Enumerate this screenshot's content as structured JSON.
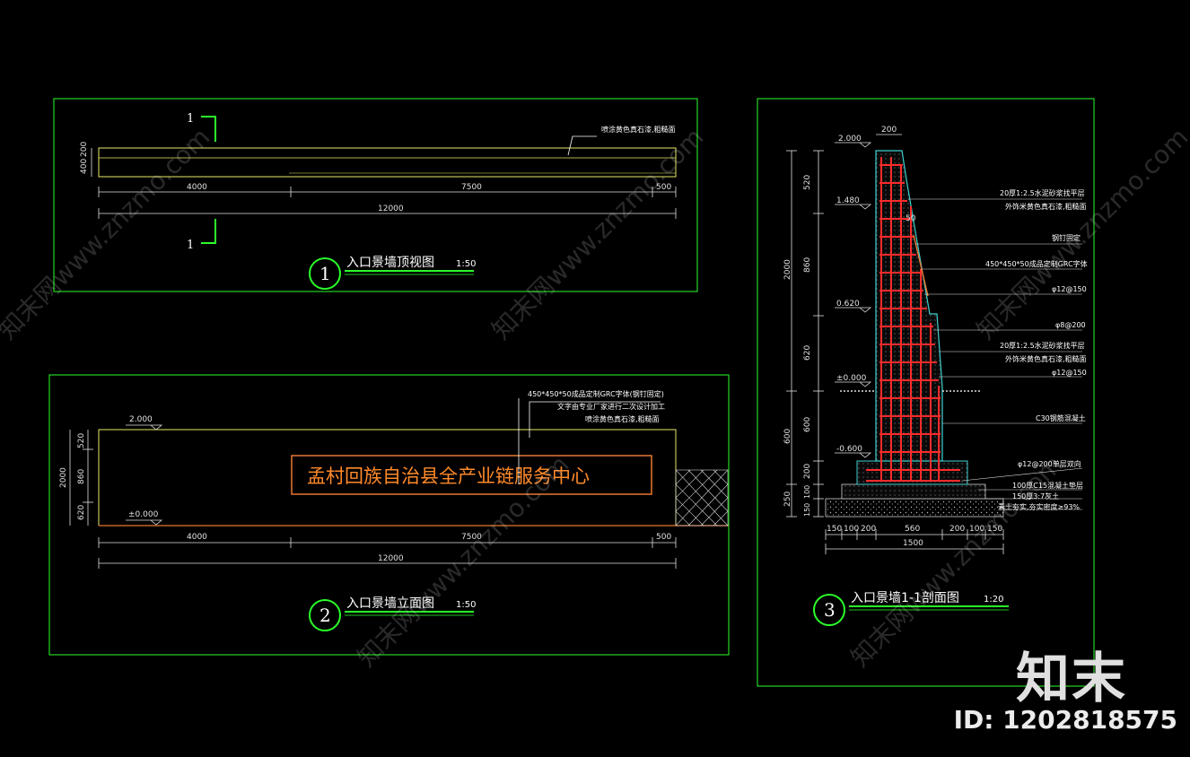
{
  "palette": {
    "frame": "#2aff2a",
    "dim": "#e0e0e0",
    "text": "#ffffff",
    "rebar": "#ff2b2b",
    "concrete": "#3fd0d0",
    "yellow": "#e8e86a",
    "orange": "#e87830",
    "sign": "#ff8a2a"
  },
  "watermark": {
    "logo_text": "知末",
    "id_text": "ID: 1202818575",
    "diagonal_text": "知末网www.znzmo.com"
  },
  "view1": {
    "num": "1",
    "title": "入口景墙顶视图",
    "scale": "1:50",
    "section_mark": "1",
    "note": "喷涂黄色真石漆,粗糙面",
    "dims_h": [
      "4000",
      "7500",
      "500"
    ],
    "total": "12000",
    "dims_v": [
      "400",
      "200"
    ]
  },
  "view2": {
    "num": "2",
    "title": "入口景墙立面图",
    "scale": "1:50",
    "sign_text": "孟村回族自治县全产业链服务中心",
    "notes": [
      "450*450*50成品定制GRC字体(钢钉固定)",
      "文字由专业厂家进行二次设计加工",
      "喷涂黄色真石漆,粗糙面"
    ],
    "level_top": "2.000",
    "level_base": "±0.000",
    "dims_v": [
      "520",
      "860",
      "620"
    ],
    "dim_total_v": "2000",
    "dims_h": [
      "4000",
      "7500",
      "500"
    ],
    "total": "12000"
  },
  "view3": {
    "num": "3",
    "title": "入口景墙1-1剖面图",
    "scale": "1:20",
    "levels": [
      "2.000",
      "1.480",
      "0.620",
      "±0.000",
      "-0.600"
    ],
    "top_dim": "200",
    "slope_dim": "50",
    "dims_v_inner": [
      "520",
      "860",
      "620",
      "600",
      "200",
      "100",
      "150"
    ],
    "dims_v_outer": [
      "2000",
      "600",
      "250"
    ],
    "dims_h": [
      "150",
      "100",
      "200",
      "560",
      "200",
      "100",
      "150"
    ],
    "total": "1500",
    "callouts": [
      "20厚1:2.5水泥砂浆找平层",
      "外饰米黄色真石漆,粗糙面",
      "钢钉固定",
      "450*450*50成品定制GRC字体",
      "φ12@150",
      "φ8@200",
      "20厚1:2.5水泥砂浆找平层",
      "外饰米黄色真石漆,粗糙面",
      "φ12@150",
      "C30钢筋混凝土",
      "φ12@200单层双向",
      "100厚C15混凝土垫层",
      "150厚3:7灰土",
      "素土夯实,夯实密度≥93%"
    ]
  }
}
